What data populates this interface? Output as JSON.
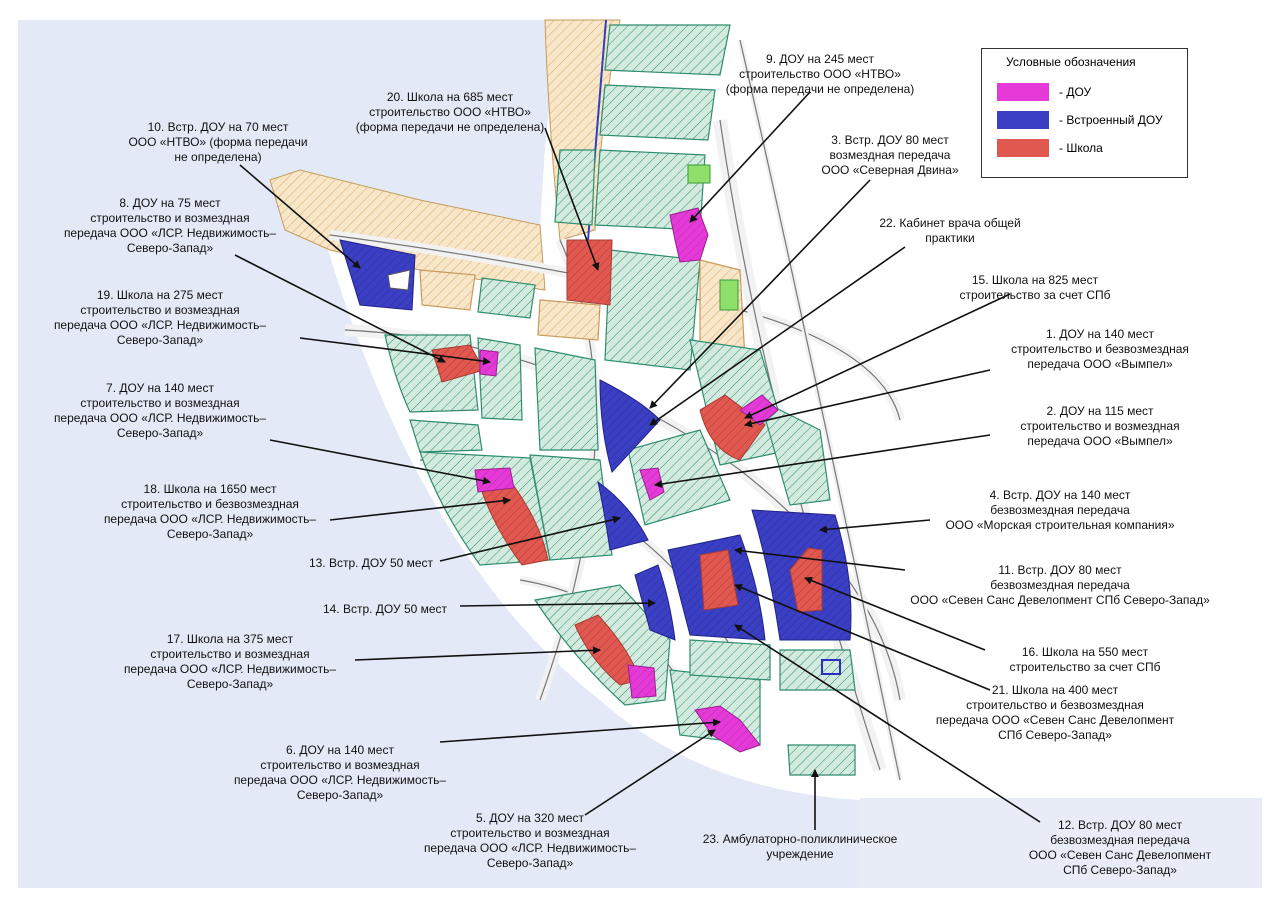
{
  "colors": {
    "water": "#e3e9f6",
    "land": "#ffffff",
    "block_fill": "#cfe6dc",
    "block_stroke": "#2e8c70",
    "sand": "#f6e2c2",
    "dou": "#e63ad8",
    "vstr_dou": "#3b3fc4",
    "school": "#e0584f",
    "road": "#f4f4f4",
    "road_edge": "#666666"
  },
  "legend": {
    "title": "Условные обозначения",
    "items": [
      {
        "label": "- ДОУ",
        "color": "#e63ad8"
      },
      {
        "label": "- Встроенный ДОУ",
        "color": "#3b3fc4"
      },
      {
        "label": "- Школа",
        "color": "#e0584f"
      }
    ]
  },
  "labels": [
    {
      "id": "l10",
      "lines": [
        "10. Встр. ДОУ на 70 мест",
        "ООО «НТВО» (форма передачи",
        "не определена)"
      ]
    },
    {
      "id": "l20",
      "lines": [
        "20. Школа на 685 мест",
        "строительство ООО «НТВО»",
        "(форма передачи не определена)"
      ]
    },
    {
      "id": "l9",
      "lines": [
        "9. ДОУ на 245 мест",
        "строительство ООО «НТВО»",
        "(форма передачи не определена)"
      ]
    },
    {
      "id": "l3",
      "lines": [
        "3. Встр. ДОУ 80 мест",
        "возмездная передача",
        "ООО «Северная Двина»"
      ]
    },
    {
      "id": "l8",
      "lines": [
        "8. ДОУ на 75 мест",
        "строительство и возмездная",
        "передача ООО «ЛСР. Недвижимость–",
        "Северо-Запад»"
      ]
    },
    {
      "id": "l22",
      "lines": [
        "22. Кабинет врача общей",
        "практики"
      ]
    },
    {
      "id": "l15",
      "lines": [
        "15. Школа на 825 мест",
        "строительство за счет СПб"
      ]
    },
    {
      "id": "l19",
      "lines": [
        "19. Школа на 275 мест",
        "строительство и возмездная",
        "передача ООО «ЛСР. Недвижимость–",
        "Северо-Запад»"
      ]
    },
    {
      "id": "l1",
      "lines": [
        "1. ДОУ на 140 мест",
        "строительство и безвозмездная",
        "передача ООО «Вымпел»"
      ]
    },
    {
      "id": "l7",
      "lines": [
        "7. ДОУ на 140 мест",
        "строительство и возмездная",
        "передача ООО «ЛСР. Недвижимость–",
        "Северо-Запад»"
      ]
    },
    {
      "id": "l2",
      "lines": [
        "2. ДОУ на 115 мест",
        "строительство и возмездная",
        "передача ООО «Вымпел»"
      ]
    },
    {
      "id": "l18",
      "lines": [
        "18. Школа на 1650 мест",
        "строительство и безвозмездная",
        "передача ООО «ЛСР. Недвижимость–",
        "Северо-Запад»"
      ]
    },
    {
      "id": "l4",
      "lines": [
        "4. Встр. ДОУ на 140 мест",
        "безвозмездная передача",
        "ООО «Морская строительная компания»"
      ]
    },
    {
      "id": "l13",
      "lines": [
        "13. Встр. ДОУ 50 мест"
      ]
    },
    {
      "id": "l11",
      "lines": [
        "11. Встр. ДОУ 80 мест",
        "безвозмездная передача",
        "ООО «Севен Санс Девелопмент СПб Северо-Запад»"
      ]
    },
    {
      "id": "l14",
      "lines": [
        "14. Встр. ДОУ 50 мест"
      ]
    },
    {
      "id": "l16",
      "lines": [
        "16. Школа на 550 мест",
        "строительство за счет СПб"
      ]
    },
    {
      "id": "l17",
      "lines": [
        "17. Школа на 375 мест",
        "строительство и возмездная",
        "передача ООО «ЛСР. Недвижимость–",
        "Северо-Запад»"
      ]
    },
    {
      "id": "l21",
      "lines": [
        "21. Школа на 400 мест",
        "строительство и безвозмездная",
        "передача ООО «Севен Санс Девелопмент",
        "СПб Северо-Запад»"
      ]
    },
    {
      "id": "l6",
      "lines": [
        "6. ДОУ на 140 мест",
        "строительство и возмездная",
        "передача ООО «ЛСР. Недвижимость–",
        "Северо-Запад»"
      ]
    },
    {
      "id": "l5",
      "lines": [
        "5. ДОУ на 320 мест",
        "строительство и возмездная",
        "передача ООО «ЛСР. Недвижимость–",
        "Северо-Запад»"
      ]
    },
    {
      "id": "l23",
      "lines": [
        "23. Амбулаторно-поликлиническое",
        "учреждение"
      ]
    },
    {
      "id": "l12",
      "lines": [
        "12. Встр. ДОУ 80 мест",
        "безвозмездная передача",
        "ООО «Севен Санс Девелопмент",
        "СПб Северо-Запад»"
      ]
    }
  ]
}
